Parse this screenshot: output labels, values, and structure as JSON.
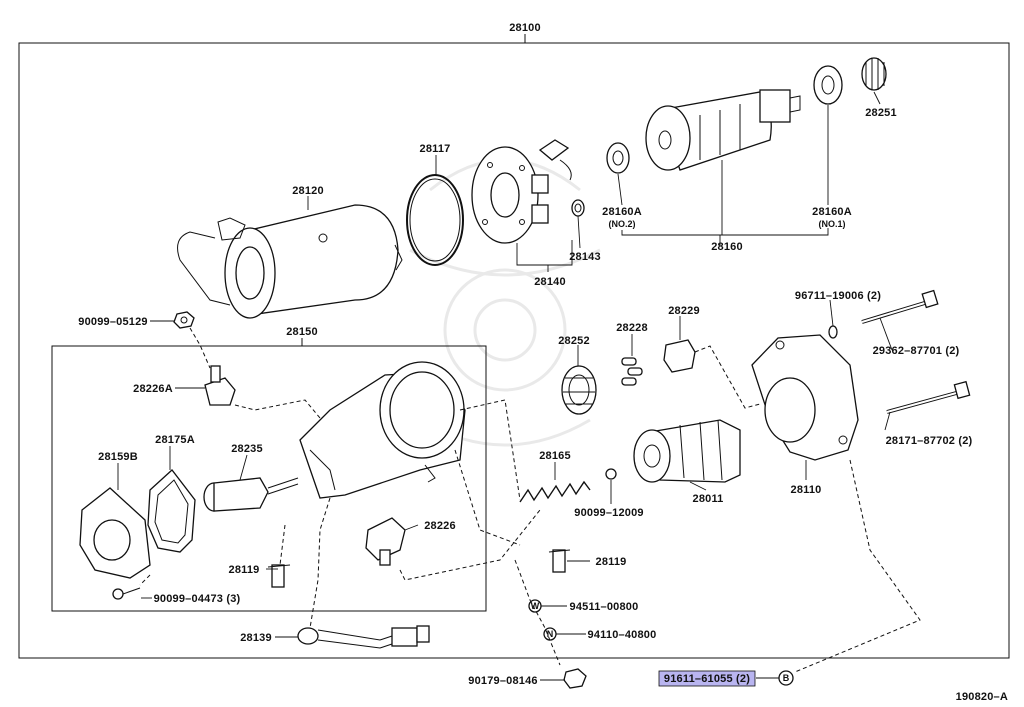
{
  "assembly_label": "28100",
  "diagram_id": "190820–A",
  "highlight_color": "#b9b5f0",
  "labels": {
    "p28251": "28251",
    "p28117": "28117",
    "p28120": "28120",
    "p28143": "28143",
    "p28140": "28140",
    "p28160A_l": "28160A",
    "p28160A_l_no": "(NO.2)",
    "p28160": "28160",
    "p28160A_r": "28160A",
    "p28160A_r_no": "(NO.1)",
    "p90099_05129": "90099–05129",
    "p28150": "28150",
    "p96711": "96711–19006 (2)",
    "p29362": "29362–87701 (2)",
    "p28226A": "28226A",
    "p28252": "28252",
    "p28228": "28228",
    "p28229": "28229",
    "p28175A": "28175A",
    "p28159B": "28159B",
    "p28235": "28235",
    "p28165": "28165",
    "p28171": "28171–87702 (2)",
    "p28011": "28011",
    "p28110": "28110",
    "p90099_12009": "90099–12009",
    "p28226": "28226",
    "p28119_l": "28119",
    "p28119_r": "28119",
    "p90099_04473": "90099–04473 (3)",
    "p94511": "94511–00800",
    "p28139": "28139",
    "p94110": "94110–40800",
    "p90179": "90179–08146",
    "p91611": "91611–61055 (2)",
    "marker_w": "W",
    "marker_n": "N",
    "marker_b": "B"
  }
}
